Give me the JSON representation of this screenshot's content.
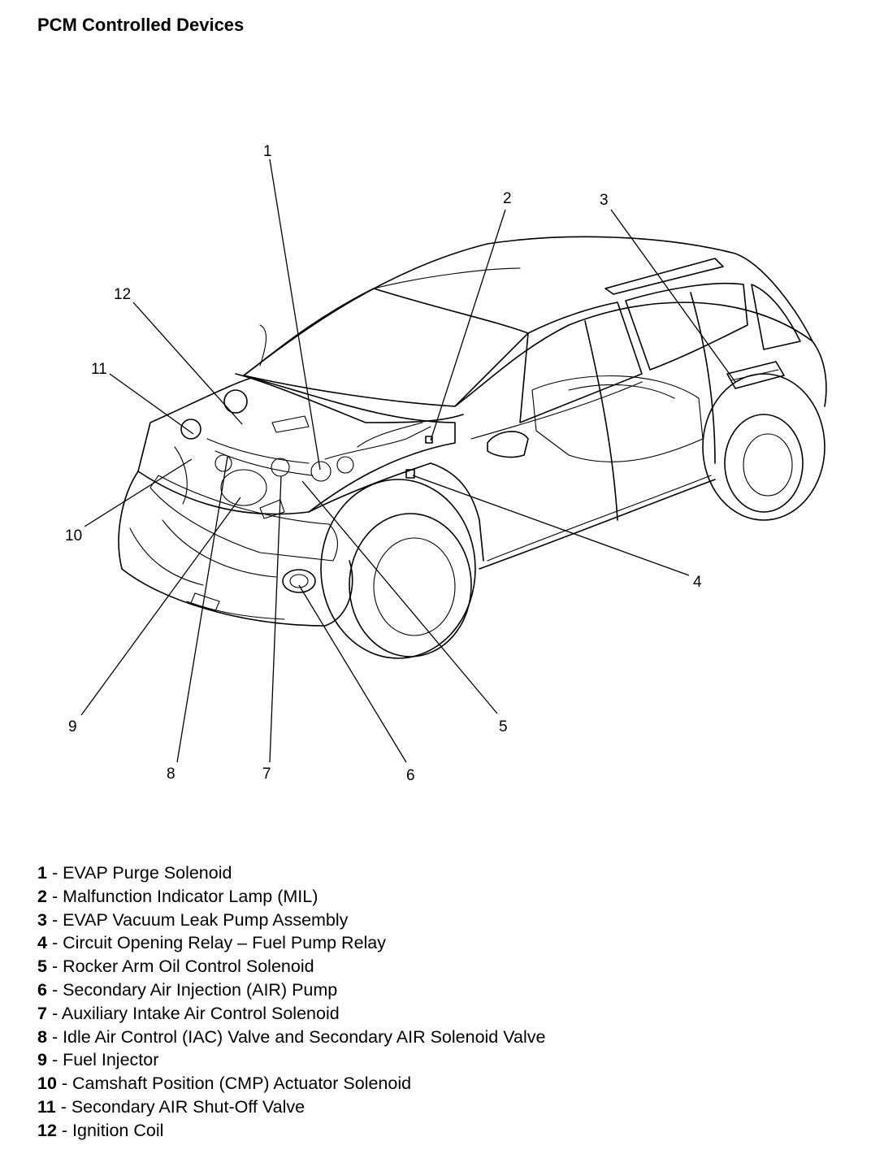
{
  "title": "PCM Controlled Devices",
  "callouts": [
    "1",
    "2",
    "3",
    "4",
    "5",
    "6",
    "7",
    "8",
    "9",
    "10",
    "11",
    "12"
  ],
  "legend": [
    {
      "num": "1",
      "sep": " - ",
      "text": "EVAP Purge Solenoid"
    },
    {
      "num": "2",
      "sep": " - ",
      "text": "Malfunction Indicator Lamp (MIL)"
    },
    {
      "num": "3",
      "sep": " - ",
      "text": "EVAP Vacuum Leak Pump Assembly"
    },
    {
      "num": "4",
      "sep": " - ",
      "text": "Circuit Opening Relay – Fuel Pump Relay"
    },
    {
      "num": "5",
      "sep": " - ",
      "text": "Rocker Arm Oil Control Solenoid"
    },
    {
      "num": "6",
      "sep": " - ",
      "text": "Secondary Air Injection (AIR) Pump"
    },
    {
      "num": "7",
      "sep": " - ",
      "text": "Auxiliary Intake Air Control Solenoid"
    },
    {
      "num": "8",
      "sep": " - ",
      "text": "Idle Air Control (IAC) Valve and Secondary AIR Solenoid Valve"
    },
    {
      "num": "9",
      "sep": " - ",
      "text": "Fuel Injector"
    },
    {
      "num": "10",
      "sep": " - ",
      "text": "Camshaft Position (CMP) Actuator Solenoid"
    },
    {
      "num": "11",
      "sep": " - ",
      "text": "Secondary AIR Shut-Off Valve"
    },
    {
      "num": "12",
      "sep": " - ",
      "text": "Ignition Coil"
    }
  ]
}
